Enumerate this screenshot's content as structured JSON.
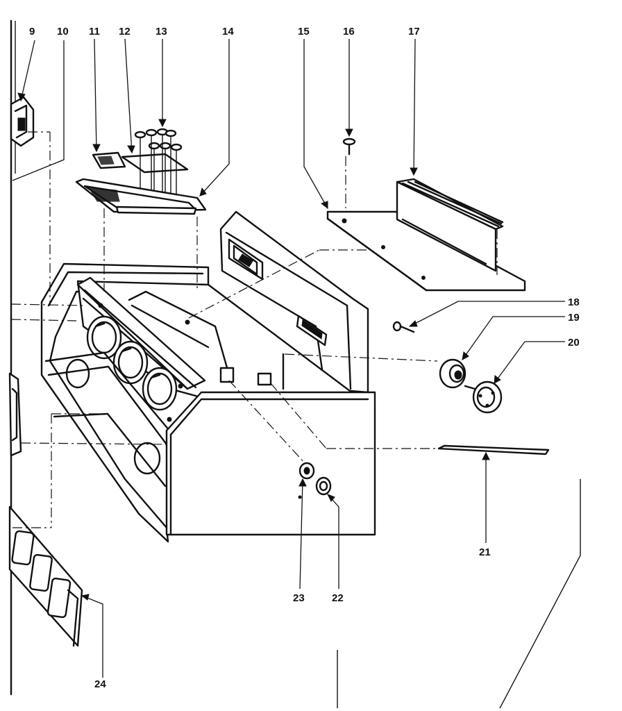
{
  "diagram": {
    "callouts": [
      {
        "id": "9",
        "label": "9"
      },
      {
        "id": "10",
        "label": "10"
      },
      {
        "id": "11",
        "label": "11"
      },
      {
        "id": "12",
        "label": "12"
      },
      {
        "id": "13",
        "label": "13"
      },
      {
        "id": "14",
        "label": "14"
      },
      {
        "id": "15",
        "label": "15"
      },
      {
        "id": "16",
        "label": "16"
      },
      {
        "id": "17",
        "label": "17"
      },
      {
        "id": "18",
        "label": "18"
      },
      {
        "id": "19",
        "label": "19"
      },
      {
        "id": "20",
        "label": "20"
      },
      {
        "id": "21",
        "label": "21"
      },
      {
        "id": "22",
        "label": "22"
      },
      {
        "id": "23",
        "label": "23"
      },
      {
        "id": "24",
        "label": "24"
      }
    ]
  },
  "colors": {
    "ink": "#111111",
    "paper": "#ffffff"
  }
}
